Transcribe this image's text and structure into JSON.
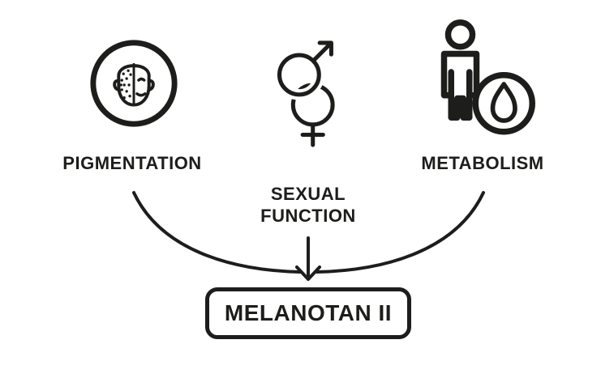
{
  "title": "Melanotan II benefits diagram",
  "colors": {
    "ink": "#1d1d1b",
    "background": "#ffffff"
  },
  "nodes": [
    {
      "id": "pigmentation",
      "label": "PIGMENTATION",
      "icon": "pigmentation-face-icon"
    },
    {
      "id": "sexual-function",
      "label": "SEXUAL FUNCTION",
      "label_lines": [
        "SEXUAL",
        "FUNCTION"
      ],
      "icon": "gender-symbols-icon"
    },
    {
      "id": "metabolism",
      "label": "METABOLISM",
      "icon": "person-flame-icon"
    }
  ],
  "target": {
    "label": "MELANOTAN II"
  }
}
